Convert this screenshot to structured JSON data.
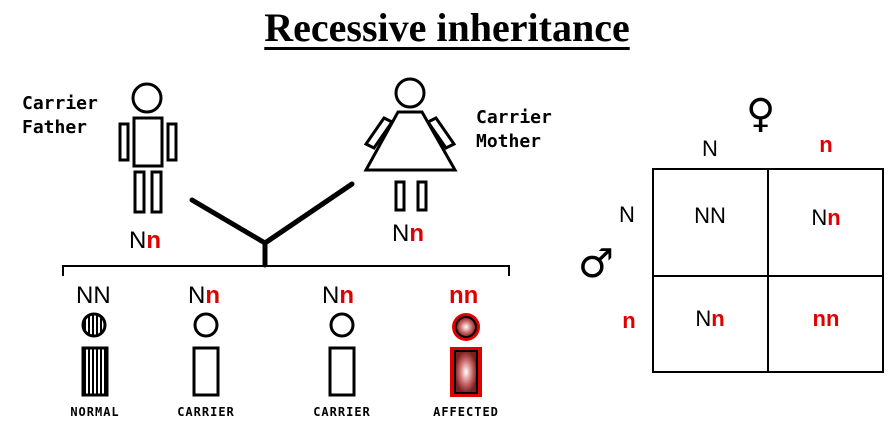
{
  "title": "Recessive inheritance",
  "parents": {
    "father": {
      "label_line1": "Carrier",
      "label_line2": "Father",
      "allele1": "N",
      "allele2": "n"
    },
    "mother": {
      "label_line1": "Carrier",
      "label_line2": "Mother",
      "allele1": "N",
      "allele2": "n"
    }
  },
  "children": [
    {
      "allele1": "N",
      "allele2": "N",
      "caption": "NORMAL"
    },
    {
      "allele1": "N",
      "allele2": "n",
      "caption": "CARRIER"
    },
    {
      "allele1": "N",
      "allele2": "n",
      "caption": "CARRIER"
    },
    {
      "allele1": "n",
      "allele2": "n",
      "caption": "AFFECTED"
    }
  ],
  "punnett": {
    "female_symbol": "♀",
    "male_symbol": "♂",
    "col_headers": [
      "N",
      "n"
    ],
    "row_headers": [
      "N",
      "n"
    ],
    "cells": [
      [
        {
          "a": "N",
          "b": "N"
        },
        {
          "a": "N",
          "b": "n"
        }
      ],
      [
        {
          "a": "N",
          "b": "n"
        },
        {
          "a": "n",
          "b": "n"
        }
      ]
    ]
  },
  "colors": {
    "dominant": "#000000",
    "recessive": "#e00000"
  }
}
